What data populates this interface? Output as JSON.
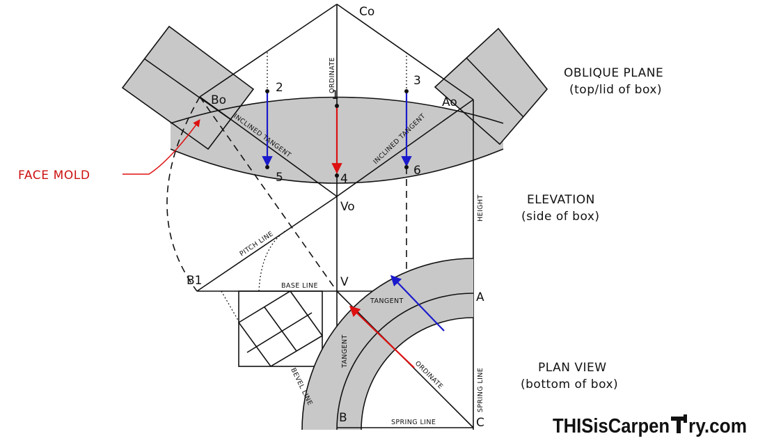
{
  "labels": {
    "oblique_title": "OBLIQUE PLANE",
    "oblique_sub": "(top/lid of box)",
    "elevation_title": "ELEVATION",
    "elevation_sub": "(side of box)",
    "plan_title": "PLAN VIEW",
    "plan_sub": "(bottom of box)",
    "face_mold": "FACE MOLD",
    "brand_a": "THISisCarpen",
    "brand_b": "ry.com"
  },
  "points": {
    "co": "Co",
    "bo": "Bo",
    "ao": "Ao",
    "vo": "Vo",
    "b1": "B1",
    "v": "V",
    "a": "A",
    "b": "B",
    "c": "C",
    "n1": "1",
    "n2": "2",
    "n3": "3",
    "n4": "4",
    "n5": "5",
    "n6": "6"
  },
  "lines": {
    "ordinate_top": "ORDINATE",
    "inclined_left": "INCLINED TANGENT",
    "inclined_right": "INCLINED TANGENT",
    "pitch": "PITCH LINE",
    "base": "BASE LINE",
    "height": "HEIGHT",
    "tangent_h": "TANGENT",
    "tangent_v": "TANGENT",
    "ordinate_plan": "ORDINATE",
    "spring_v": "SPRING LINE",
    "spring_h": "SPRING LINE",
    "bevel": "BEVEL LINE"
  },
  "colors": {
    "shade": "#c8c8c8",
    "red": "#dd1111",
    "blue": "#1a1acc",
    "ink": "#111111"
  }
}
